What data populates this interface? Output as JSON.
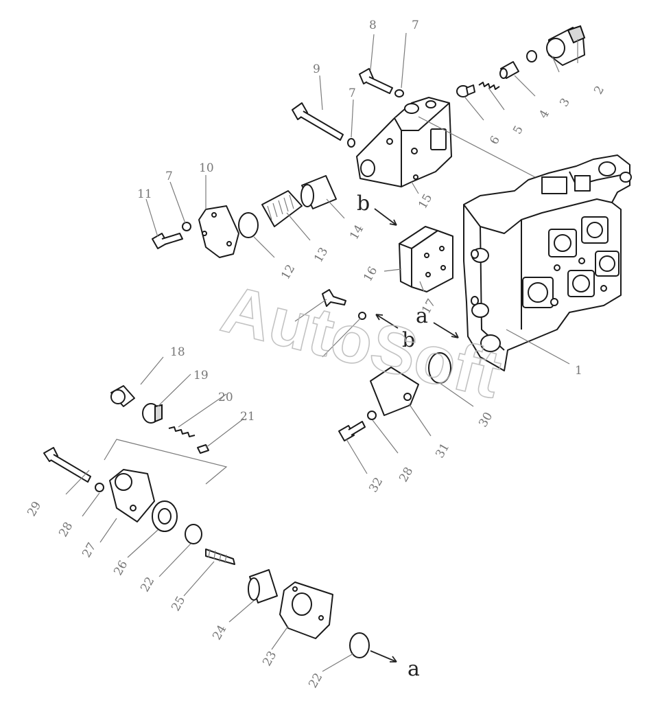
{
  "watermark": "AutoSoft",
  "direction_letters": {
    "a_top": "a",
    "a_bottom": "a",
    "b_top": "b",
    "b_mid": "b"
  },
  "part_numbers": [
    "1",
    "2",
    "3",
    "4",
    "5",
    "6",
    "7",
    "7",
    "7",
    "8",
    "9",
    "10",
    "11",
    "12",
    "13",
    "14",
    "15",
    "16",
    "17",
    "18",
    "19",
    "20",
    "21",
    "22",
    "22",
    "23",
    "24",
    "25",
    "26",
    "27",
    "28",
    "28",
    "29",
    "30",
    "31",
    "32"
  ]
}
